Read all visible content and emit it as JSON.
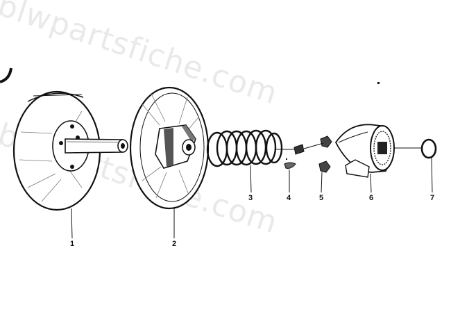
{
  "watermark": {
    "text": "blwpartsfiche.com"
  },
  "parts": [
    {
      "number": "1"
    },
    {
      "number": "2"
    },
    {
      "number": "3"
    },
    {
      "number": "4"
    },
    {
      "number": "5"
    },
    {
      "number": "6"
    },
    {
      "number": "7"
    }
  ]
}
